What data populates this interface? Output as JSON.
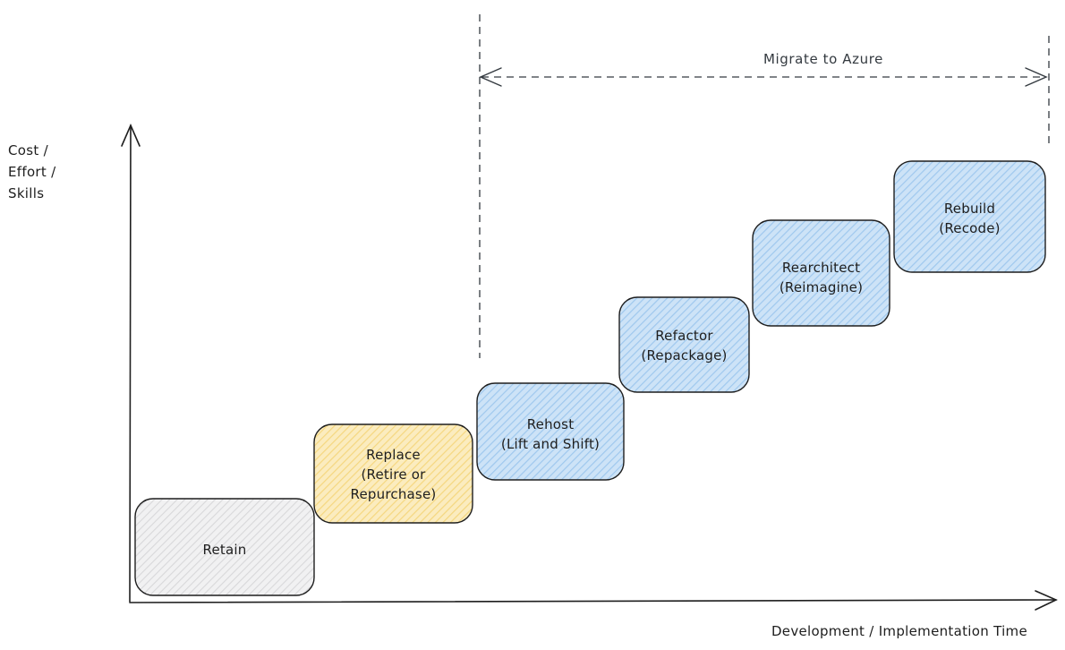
{
  "axes": {
    "y_label_lines": [
      "Cost /",
      "Effort /",
      "Skills"
    ],
    "x_label": "Development / Implementation Time"
  },
  "migrate_label": "Migrate to Azure",
  "colors": {
    "gray": "#d8d8da",
    "yellow": "#f5d77f",
    "blue": "#9fc8ee",
    "stroke": "#1e1e1e"
  },
  "steps": [
    {
      "key": "retain",
      "lines": [
        "Retain"
      ],
      "color": "gray"
    },
    {
      "key": "replace",
      "lines": [
        "Replace",
        "(Retire or",
        "Repurchase)"
      ],
      "color": "yellow"
    },
    {
      "key": "rehost",
      "lines": [
        "Rehost",
        "(Lift and Shift)"
      ],
      "color": "blue"
    },
    {
      "key": "refactor",
      "lines": [
        "Refactor",
        "(Repackage)"
      ],
      "color": "blue"
    },
    {
      "key": "rearchitect",
      "lines": [
        "Rearchitect",
        "(Reimagine)"
      ],
      "color": "blue"
    },
    {
      "key": "rebuild",
      "lines": [
        "Rebuild",
        "(Recode)"
      ],
      "color": "blue"
    }
  ]
}
